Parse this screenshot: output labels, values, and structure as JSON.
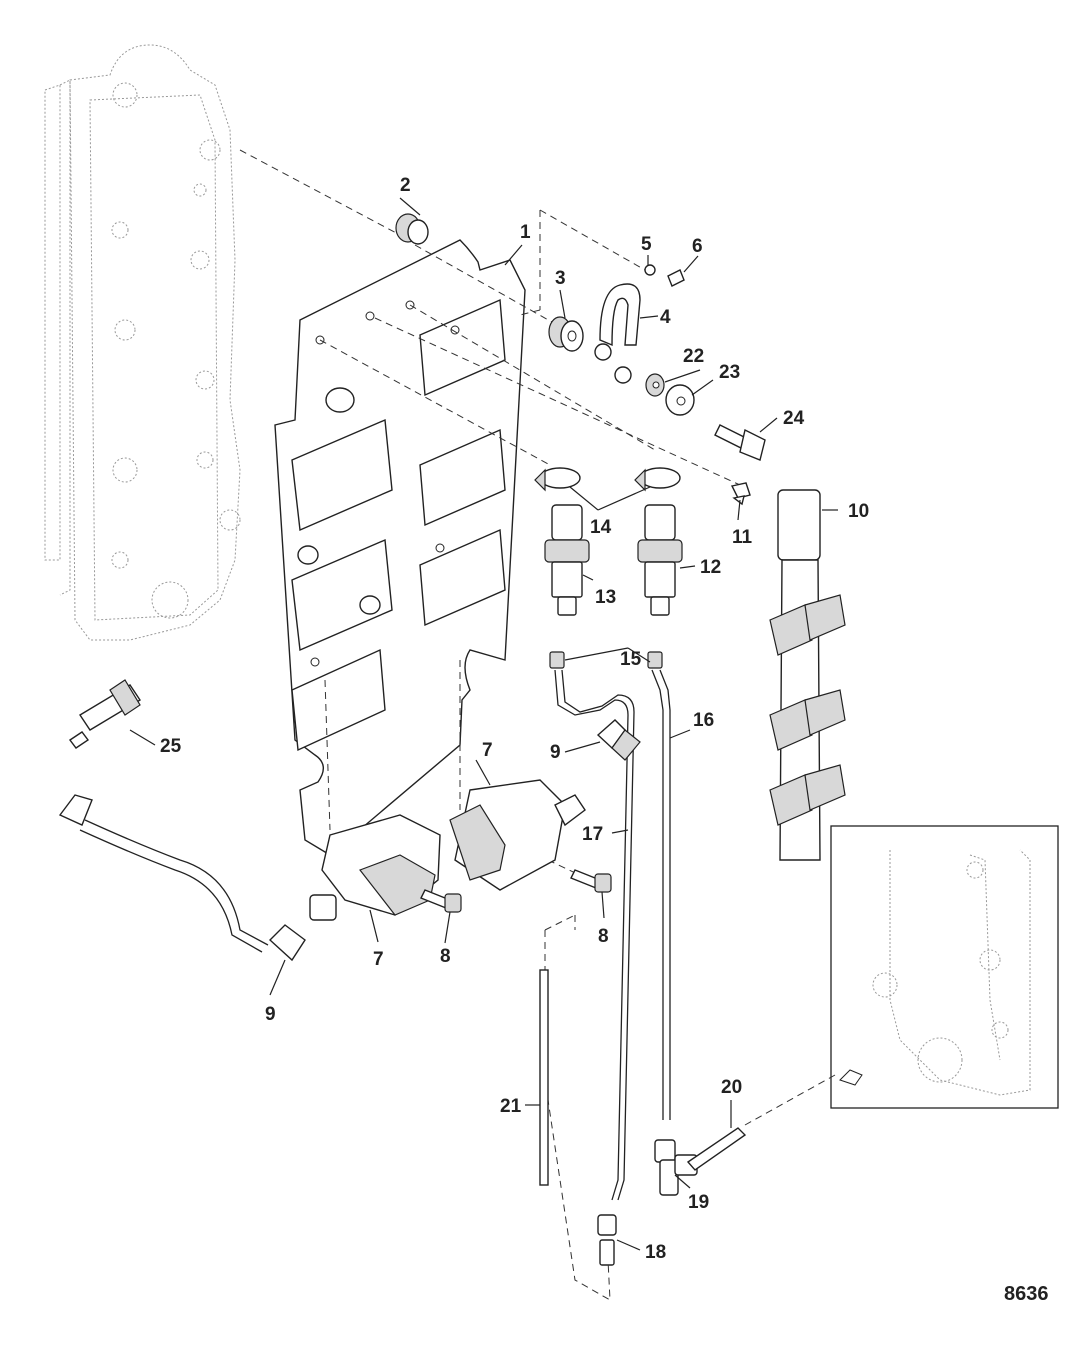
{
  "figure_number": "8636",
  "callouts": [
    {
      "id": "c1",
      "label": "1"
    },
    {
      "id": "c2",
      "label": "2"
    },
    {
      "id": "c3",
      "label": "3"
    },
    {
      "id": "c4",
      "label": "4"
    },
    {
      "id": "c5",
      "label": "5"
    },
    {
      "id": "c6",
      "label": "6"
    },
    {
      "id": "c7a",
      "label": "7"
    },
    {
      "id": "c7b",
      "label": "7"
    },
    {
      "id": "c8a",
      "label": "8"
    },
    {
      "id": "c8b",
      "label": "8"
    },
    {
      "id": "c9a",
      "label": "9"
    },
    {
      "id": "c9b",
      "label": "9"
    },
    {
      "id": "c10",
      "label": "10"
    },
    {
      "id": "c11",
      "label": "11"
    },
    {
      "id": "c12",
      "label": "12"
    },
    {
      "id": "c13",
      "label": "13"
    },
    {
      "id": "c14",
      "label": "14"
    },
    {
      "id": "c15",
      "label": "15"
    },
    {
      "id": "c16",
      "label": "16"
    },
    {
      "id": "c17",
      "label": "17"
    },
    {
      "id": "c18",
      "label": "18"
    },
    {
      "id": "c19",
      "label": "19"
    },
    {
      "id": "c20",
      "label": "20"
    },
    {
      "id": "c21",
      "label": "21"
    },
    {
      "id": "c22",
      "label": "22"
    },
    {
      "id": "c23",
      "label": "23"
    },
    {
      "id": "c24",
      "label": "24"
    },
    {
      "id": "c25",
      "label": "25"
    }
  ]
}
